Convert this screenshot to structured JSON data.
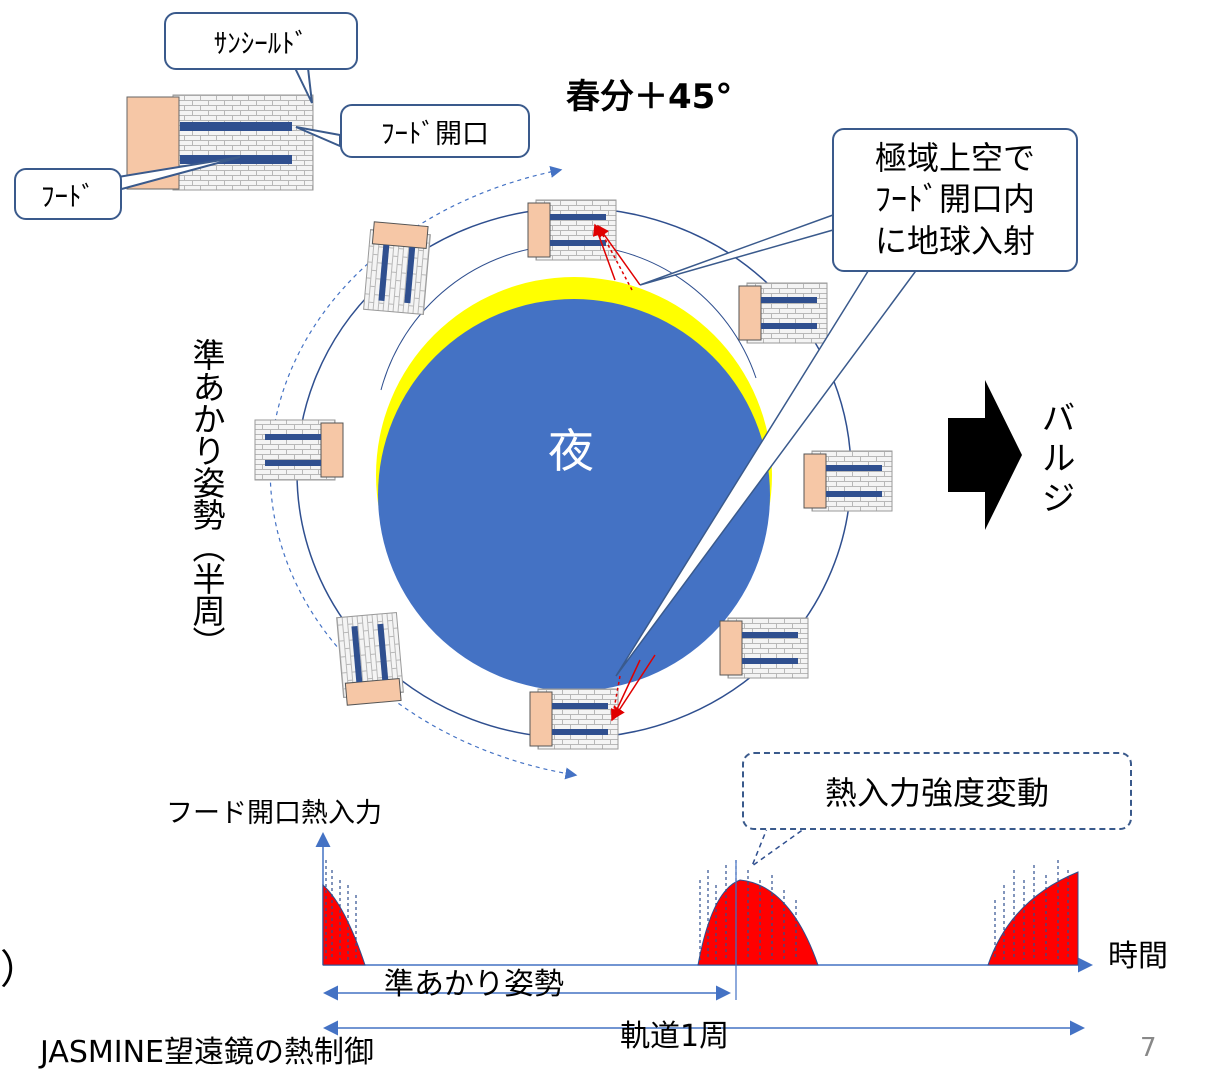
{
  "labels": {
    "sunshield": "ｻﾝｼｰﾙﾄﾞ",
    "hood_opening": "ﾌｰﾄﾞ開口",
    "hood": "ﾌｰﾄﾞ",
    "title": "春分＋45°",
    "polar_line1": "極域上空で",
    "polar_line2": "ﾌｰﾄﾞ開口内",
    "polar_line3": "に地球入射",
    "night": "夜",
    "bulge": "バルジ",
    "attitude_vertical": "準あかり姿勢（半周）",
    "heat_input_axis": "フード開口熱入力",
    "intensity_variation": "熱入力強度変動",
    "time_axis": "時間",
    "attitude_span": "準あかり姿勢",
    "orbit_span": "軌道1周",
    "cut_left": "）",
    "cut_bottom": "JASMINE望遠鏡の熱制御",
    "page_number": "7"
  },
  "colors": {
    "earth": "#4472c4",
    "daylight": "#ffff00",
    "hood": "#f6c7a6",
    "tube": "#2f4f8f",
    "heat": "#ff0000",
    "line": "#4472c4",
    "arrow_red": "#e00000"
  }
}
